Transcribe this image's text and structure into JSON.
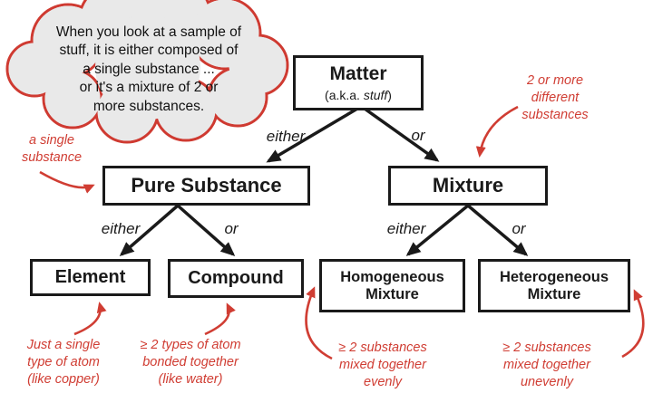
{
  "colors": {
    "accent_red": "#d03d33",
    "cloud_fill": "#e9e9e9",
    "cloud_stroke": "#cf3a31",
    "line_black": "#1a1a1a",
    "box_background": "#ffffff"
  },
  "cloud": {
    "text": "When you look at a sample of\nstuff, it is either composed of\na single substance ...\nor it's a mixture of 2 or\nmore substances."
  },
  "nodes": {
    "matter": {
      "title": "Matter",
      "sub_prefix": "(a.k.a. ",
      "sub_italic": "stuff",
      "sub_suffix": ")"
    },
    "pure_substance": {
      "title": "Pure Substance"
    },
    "mixture": {
      "title": "Mixture"
    },
    "element": {
      "title": "Element"
    },
    "compound": {
      "title": "Compound"
    },
    "homogeneous": {
      "title": "Homogeneous\nMixture"
    },
    "heterogeneous": {
      "title": "Heterogeneous\nMixture"
    }
  },
  "edge_labels": {
    "matter_left": "either",
    "matter_right": "or",
    "pure_left": "either",
    "pure_right": "or",
    "mixture_left": "either",
    "mixture_right": "or"
  },
  "notes": {
    "pure": "a single\nsubstance",
    "mixture": "2 or more\ndifferent\nsubstances",
    "element": "Just a single\ntype of atom\n(like copper)",
    "compound": "≥ 2 types of atom\nbonded together\n(like water)",
    "homogeneous": "≥ 2 substances\nmixed together\nevenly",
    "heterogeneous": "≥ 2 substances\nmixed together\nunevenly"
  }
}
